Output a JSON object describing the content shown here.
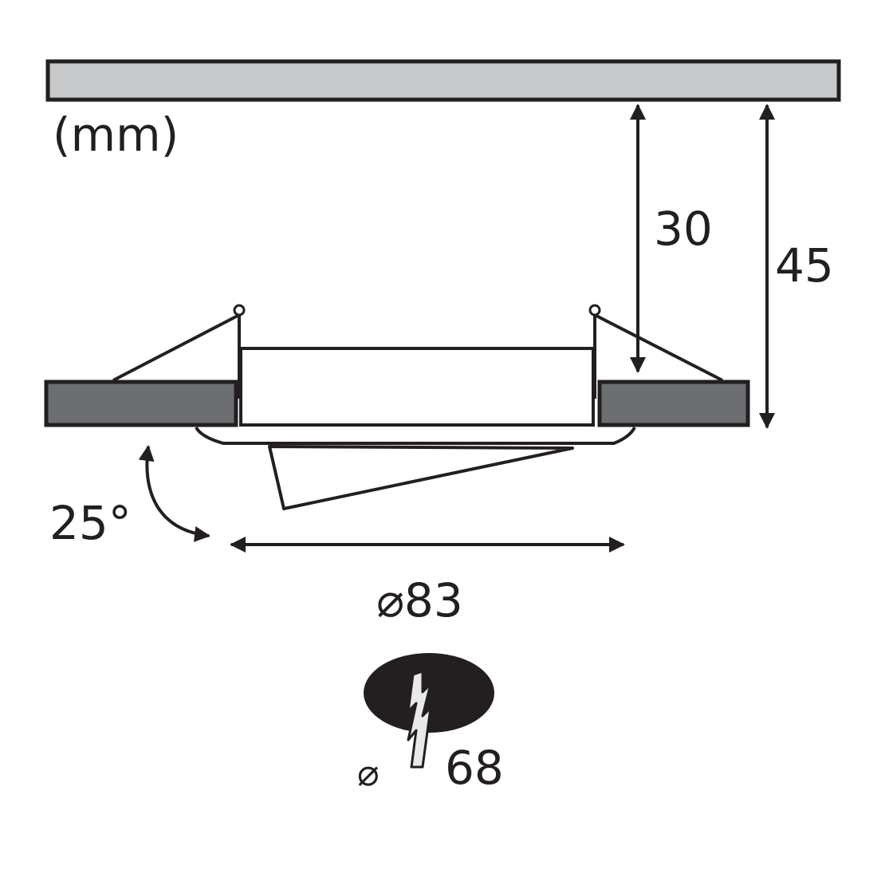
{
  "diagram": {
    "units_label": "(mm)",
    "dimensions": {
      "depth_inner": "30",
      "depth_total": "45",
      "diameter_outer": "⌀83",
      "tilt_angle": "25°"
    },
    "cutout": {
      "diameter_symbol": "⌀",
      "diameter_value": "68"
    },
    "colors": {
      "ink": "#231f20",
      "ceiling_fill": "#c8c9cb",
      "flange_fill": "#6d6e71"
    }
  }
}
